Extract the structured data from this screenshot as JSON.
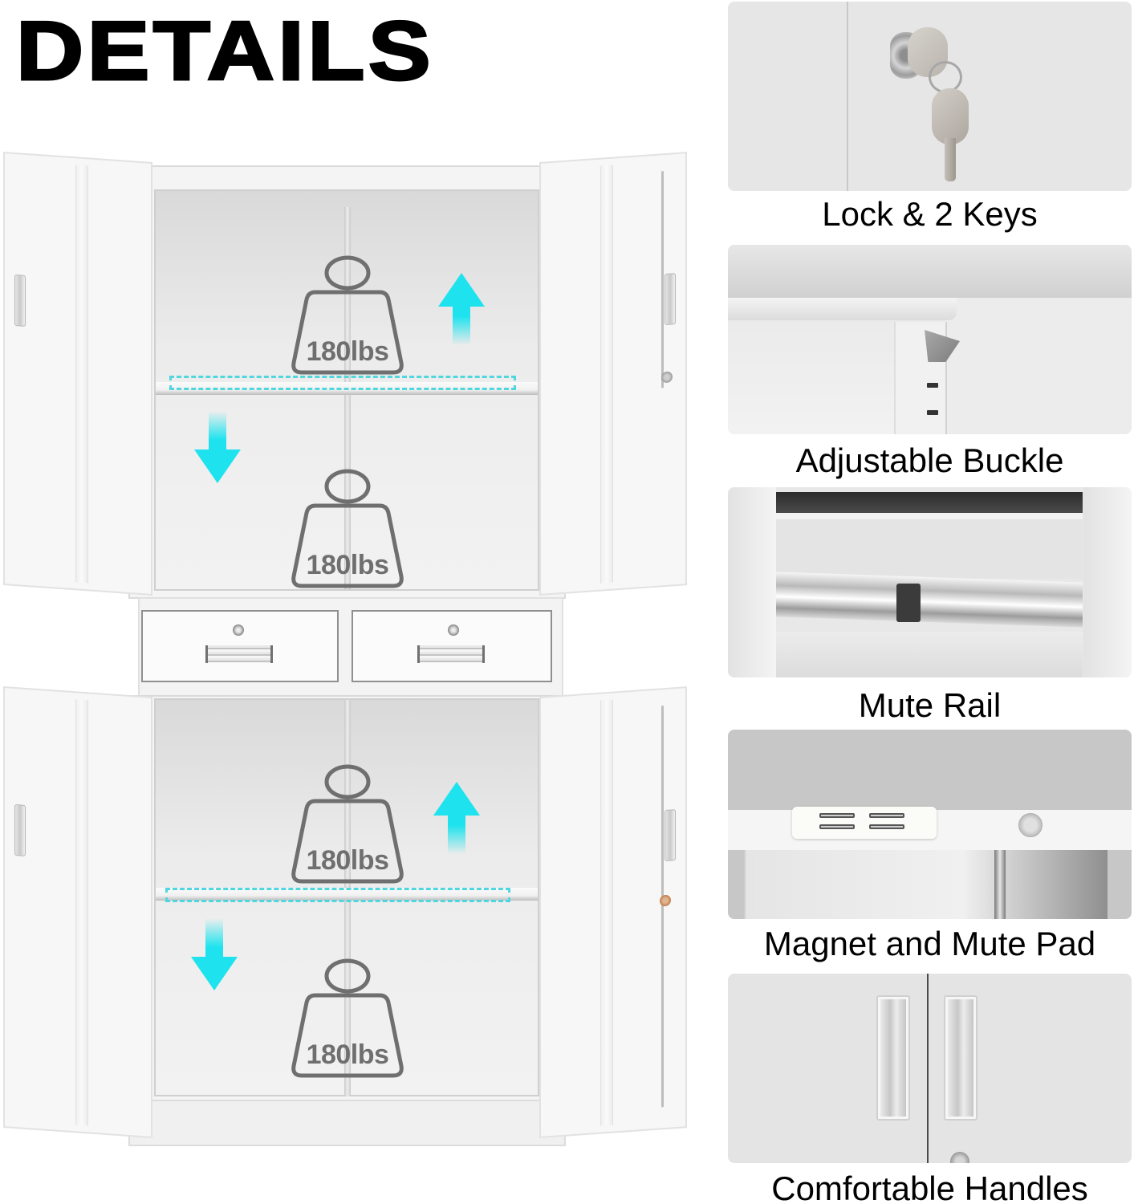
{
  "title": "DETAILS",
  "cabinet": {
    "weight_labels": [
      "180lbs",
      "180lbs",
      "180lbs",
      "180lbs"
    ],
    "accent_color": "#1ee3ee",
    "weight_icon_color": "#6f6f6f",
    "adjustable_shelves": 2,
    "drawers": 2,
    "arrows": [
      "arrow-up",
      "arrow-down",
      "arrow-up",
      "arrow-down"
    ]
  },
  "features": [
    {
      "label": "Lock & 2 Keys",
      "icon": "lock-key-icon"
    },
    {
      "label": "Adjustable Buckle",
      "icon": "shelf-buckle-icon"
    },
    {
      "label": "Mute Rail",
      "icon": "drawer-rail-icon"
    },
    {
      "label": "Magnet and Mute Pad",
      "icon": "magnet-pad-icon"
    },
    {
      "label": "Comfortable Handles",
      "icon": "handle-icon"
    }
  ]
}
